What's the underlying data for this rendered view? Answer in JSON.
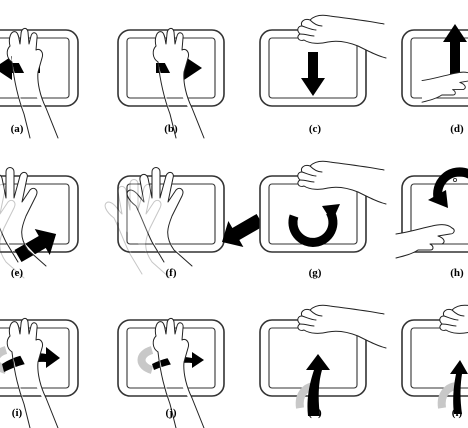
{
  "figure": {
    "panels": [
      {
        "label": "(a)",
        "gesture": "left-arrow",
        "hand": "hand-upright"
      },
      {
        "label": "(b)",
        "gesture": "right-arrow",
        "hand": "hand-upright"
      },
      {
        "label": "(c)",
        "gesture": "down-arrow",
        "hand": "hand-from-top"
      },
      {
        "label": "(d)",
        "gesture": "up-arrow",
        "hand": "hand-from-bottom"
      },
      {
        "label": "(e)",
        "gesture": "diagonal-up-right-arrow",
        "hand": "hand-spread"
      },
      {
        "label": "(f)",
        "gesture": "diagonal-down-left-arrow",
        "hand": "hand-spread"
      },
      {
        "label": "(g)",
        "gesture": "rotate-clockwise-arrow",
        "hand": "hand-from-top"
      },
      {
        "label": "(h)",
        "gesture": "rotate-counterclockwise-arrow",
        "hand": "hand-from-side"
      },
      {
        "label": "(i)",
        "gesture": "flip-right-arrow",
        "hand": "hand-upright"
      },
      {
        "label": "(j)",
        "gesture": "flip-right-arrow-grey",
        "hand": "hand-upright"
      },
      {
        "label": "(k)",
        "gesture": "flip-up-arrow",
        "hand": "hand-from-top"
      },
      {
        "label": "(l)",
        "gesture": "flip-up-arrow-grey",
        "hand": "hand-from-top"
      }
    ],
    "colors": {
      "outline": "#333333",
      "arrow": "#000000",
      "ghost": "#c8c8c8",
      "background": "#ffffff"
    }
  }
}
